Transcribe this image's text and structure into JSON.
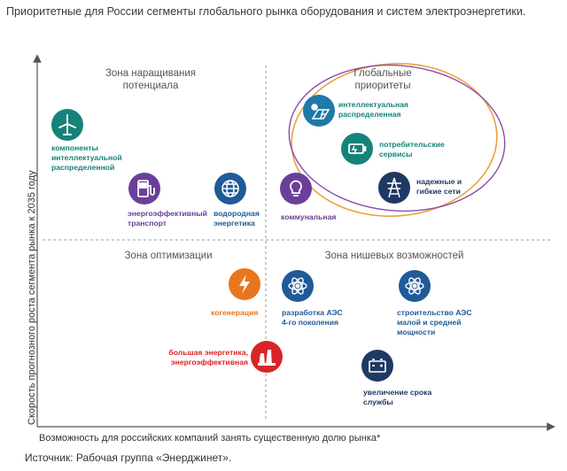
{
  "title": "Приоритетные для России сегменты глобального рынка оборудования и систем электроэнергетики.",
  "axes": {
    "x_label": "Возможность для российских компаний занять существенную долю рынка*",
    "y_label": "Скорость прогнозного роста сегмента рынка к 2035 году"
  },
  "zones": {
    "top_left": "Зона наращивания потенциала",
    "top_right": "Глобальные приоритеты",
    "bottom_left": "Зона оптимизации",
    "bottom_right": "Зона нишевых возможностей"
  },
  "segments": {
    "wind_components": "компоненты интеллектуальной распределенной",
    "energy_transport": "энергоэффективный транспорт",
    "hydrogen": "водородная энергетика",
    "communal": "коммунальная",
    "smart_distributed": "интеллектуальная распределенная",
    "consumer_services": "потребительские сервисы",
    "reliable_networks": "надежные и гибкие сети",
    "cogeneration": "когенерация",
    "big_energy": "большая энергетика, энергоэффективная",
    "npp_4gen": "разработка АЭС 4-го поколения",
    "npp_small": "строительство АЭС малой и средней мощности",
    "service_life": "увеличение срока службы"
  },
  "colors": {
    "teal": "#14837a",
    "purple": "#6b3f99",
    "blue": "#1f5a99",
    "orange": "#e8761e",
    "red": "#d82527",
    "dark": "#203864",
    "ellipse_orange": "#e8a33a",
    "ellipse_purple": "#8a4fa8"
  },
  "source": "Источник: Рабочая группа «Энерджинет»."
}
